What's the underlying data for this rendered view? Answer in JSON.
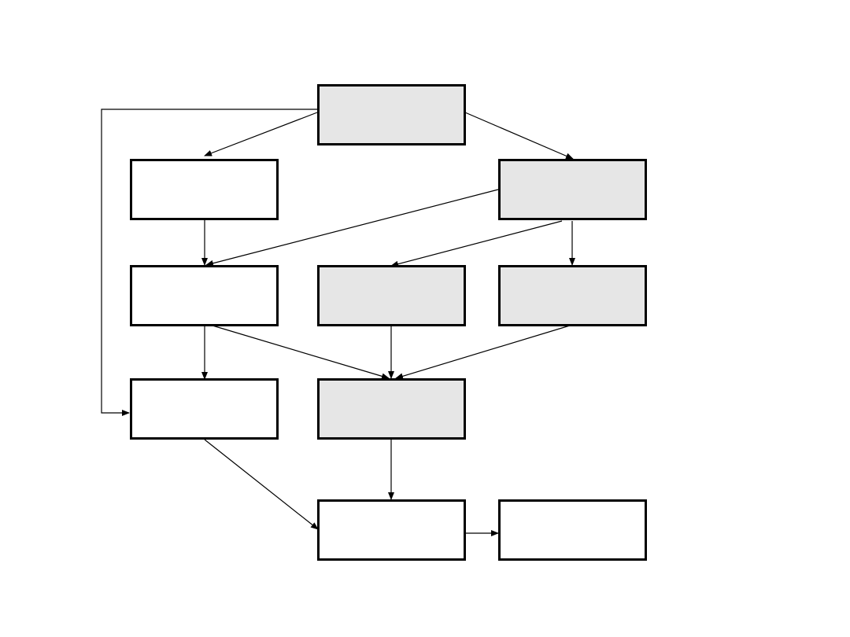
{
  "colors": {
    "background": "#ffffff",
    "stroke": "#000000",
    "fill_shaded": "#e6e6e6",
    "fill_plain": "#ffffff"
  },
  "nodes": [
    {
      "id": "top",
      "label": "",
      "shaded": true
    },
    {
      "id": "left-upper",
      "label": "",
      "shaded": false
    },
    {
      "id": "right-upper",
      "label": "",
      "shaded": true
    },
    {
      "id": "left-middle",
      "label": "",
      "shaded": false
    },
    {
      "id": "center-middle",
      "label": "",
      "shaded": true
    },
    {
      "id": "right-middle",
      "label": "",
      "shaded": true
    },
    {
      "id": "left-lower",
      "label": "",
      "shaded": false
    },
    {
      "id": "center-lower",
      "label": "",
      "shaded": true
    },
    {
      "id": "center-bottom",
      "label": "",
      "shaded": false
    },
    {
      "id": "right-bottom",
      "label": "",
      "shaded": false
    }
  ],
  "edges": [
    {
      "from": "top",
      "to": "left-upper"
    },
    {
      "from": "top",
      "to": "right-upper"
    },
    {
      "from": "top",
      "to": "left-lower",
      "routing": "orthogonal-left"
    },
    {
      "from": "left-upper",
      "to": "left-middle"
    },
    {
      "from": "right-upper",
      "to": "left-middle"
    },
    {
      "from": "right-upper",
      "to": "center-middle"
    },
    {
      "from": "right-upper",
      "to": "right-middle"
    },
    {
      "from": "left-middle",
      "to": "left-lower"
    },
    {
      "from": "left-middle",
      "to": "center-lower"
    },
    {
      "from": "center-middle",
      "to": "center-lower"
    },
    {
      "from": "right-middle",
      "to": "center-lower"
    },
    {
      "from": "left-lower",
      "to": "center-bottom"
    },
    {
      "from": "center-lower",
      "to": "center-bottom"
    },
    {
      "from": "center-bottom",
      "to": "right-bottom"
    }
  ]
}
